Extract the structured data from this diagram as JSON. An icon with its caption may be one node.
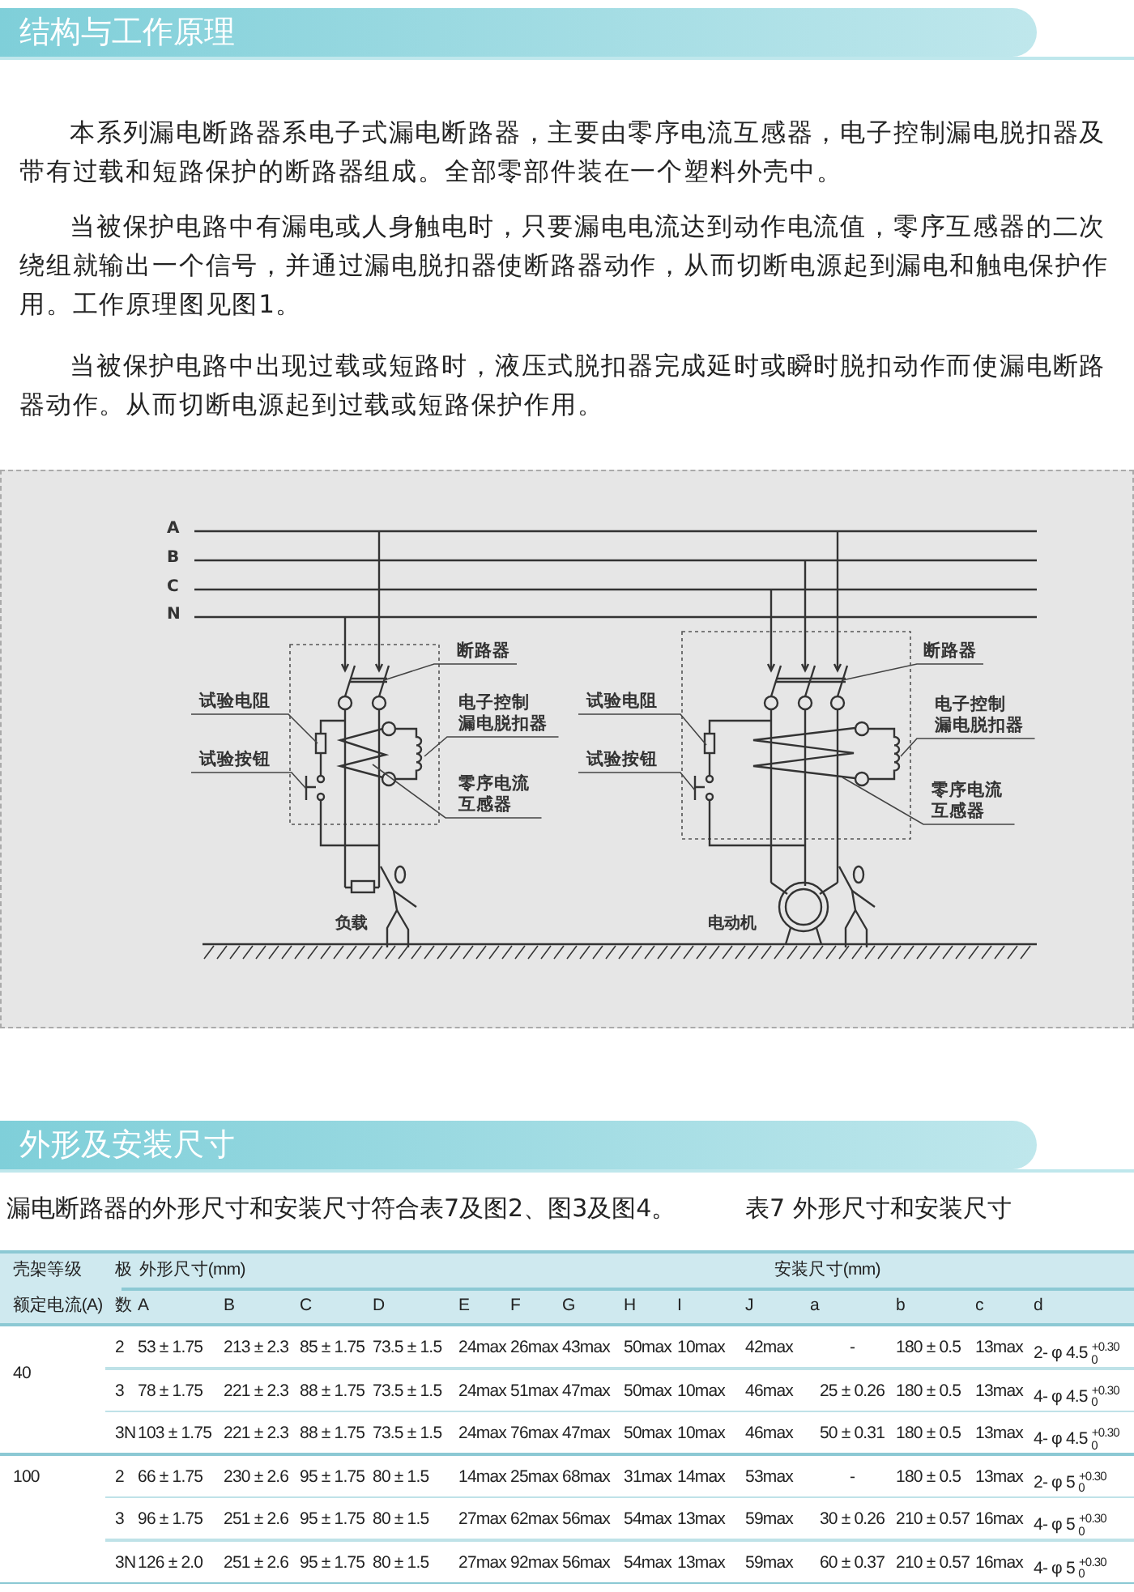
{
  "diagram": {
    "nodes": [
      {
        "text": [
          "试验电阻"
        ]
      },
      {
        "text": [
          "试验按钮"
        ]
      },
      {
        "text": [
          "断路器"
        ]
      },
      {
        "text": [
          "电子控制漏电脱扣器"
        ]
      },
      {
        "text": [
          "零序电流互感器"
        ]
      },
      {
        "text": [
          "试验电阻"
        ]
      },
      {
        "text": [
          "试验按钮"
        ]
      },
      {
        "text": [
          "断路器"
        ]
      },
      {
        "text": [
          "电子控制漏电脱扣器"
        ]
      },
      {
        "text": [
          "零序电流互感器"
        ]
      }
    ],
    "edges": [
      {
        "from": 0,
        "to": null,
        "arrow": "none"
      },
      {
        "from": 1,
        "to": null,
        "arrow": "none"
      },
      {
        "from": 2,
        "to": null,
        "arrow": "none"
      },
      {
        "from": 3,
        "to": null,
        "arrow": "none"
      },
      {
        "from": 4,
        "to": null,
        "arrow": "none"
      },
      {
        "from": 5,
        "to": null,
        "arrow": "none"
      },
      {
        "from": 6,
        "to": null,
        "arrow": "none"
      },
      {
        "from": 7,
        "to": null,
        "arrow": "none"
      },
      {
        "from": 8,
        "to": null,
        "arrow": "none"
      },
      {
        "from": 9,
        "to": null,
        "arrow": "none"
      }
    ],
    "labels": [
      "结构与工作原理",
      "本系列漏电断路器系电子式漏电断路器，主要由零序电流互感器，电子控制漏电脱扣器及带有过载和短路保护的断路器组成。全部零部件装在一个塑料外壳中。",
      "当被保护电路中有漏电或人身触电时，只要漏电电流达到动作电流值，零序互感器的二次绕组就输出一个信号，并通过漏电脱扣器使断路器动作，从而切断电源起到漏电和触电保护作用。工作原理图见图1。",
      "当被保护电路中出现过载或短路时，液压式脱扣器完成延时或瞬时脱扣动作而使漏电断路器动作。从而切断电源起到过载或短路保护作用。",
      "A",
      "B",
      "C",
      "N",
      "负载",
      "电动机",
      "外形及安装尺寸",
      "漏电断路器的外形尺寸和安装尺寸符合表7及图2、图3及图4。",
      "表7 外形尺寸和安装尺寸",
      "壳架等级",
      "极",
      "外形尺寸(mm)",
      "安装尺寸(mm)",
      "额定电流(A)",
      "数",
      "A",
      "B",
      "C",
      "D",
      "E",
      "F",
      "G",
      "H",
      "I",
      "J",
      "a",
      "b",
      "c",
      "d",
      "40",
      "2",
      "53 ± 1.75",
      "213 ± 2.3",
      "85 ± 1.75",
      "73.5 ± 1.5",
      "24max",
      "26max",
      "43max",
      "50max",
      "10max",
      "42max",
      "-",
      "180 ± 0.5",
      "13max",
      "2- φ 4.5 $^{+0.30}$$_{0}$",
      "3",
      "78 ± 1.75",
      "221 ± 2.3",
      "88 ± 1.75",
      "73.5 ± 1.5",
      "24max",
      "51max",
      "47max",
      "50max",
      "10max",
      "46max",
      "25 ± 0.26",
      "180 ± 0.5",
      "13max",
      "4- φ 4.5 $^{+0.30}$$_{0}$",
      "3N",
      "103 ± 1.75",
      "221 ± 2.3",
      "88 ± 1.75",
      "73.5 ± 1.5",
      "24max",
      "76max",
      "47max",
      "50max",
      "10max",
      "46max",
      "50 ± 0.31",
      "180 ± 0.5",
      "13max",
      "4- φ 4.5 $^{+0.30}$$_{0}$",
      "100",
      "2",
      "66 ± 1.75",
      "230 ± 2.6",
      "95 ± 1.75",
      "80 ± 1.5",
      "14max",
      "25max",
      "68max",
      "31max",
      "14max",
      "53max",
      "-",
      "180 ± 0.5",
      "13max",
      "2- φ 5 $^{+0.30}$$_{0}$",
      "3",
      "96 ± 1.75",
      "251 ± 2.6",
      "95 ± 1.75",
      "80 ± 1.5",
      "27max",
      "62max",
      "56max",
      "54max",
      "13max",
      "59max",
      "30 ± 0.26",
      "210 ± 0.57",
      "16max",
      "4- φ 5 $^{+0.30}$$_{0}$",
      "3N",
      "126 ± 2.0",
      "251 ± 2.6",
      "95 ± 1.75",
      "80 ± 1.5",
      "27max",
      "92max",
      "56max",
      "54max",
      "13max",
      "59max",
      "60 ± 0.37",
      "210 ± 0.57",
      "16max",
      "4- φ 5 $^{+0.30}$$_{0}$"
    ]
  }
}
